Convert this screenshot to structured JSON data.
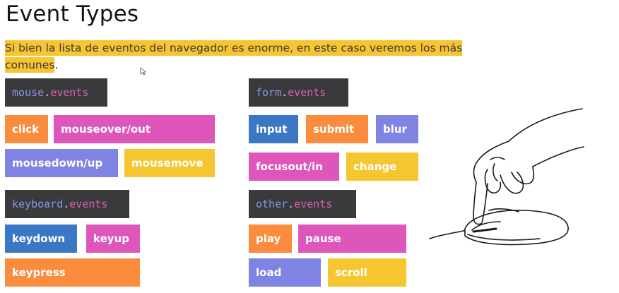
{
  "title": "Event Types",
  "subtitle": {
    "highlighted": "Si bien la lista de eventos del navegador es enorme, en este caso veremos los más comunes",
    "tail": "."
  },
  "colors": {
    "orange": "#fb8b3d",
    "magenta": "#de56ba",
    "periwinkle": "#7f83e2",
    "yellow": "#f6c630",
    "blue": "#3a78c6",
    "code_bg": "#3a3a3c",
    "highlight": "#f7c531"
  },
  "groups": {
    "mouse": {
      "object": "mouse",
      "dot": ".",
      "prop": "events",
      "chips": [
        {
          "label": "click",
          "color": "#fb8b3d"
        },
        {
          "label": "mouseover/out",
          "color": "#de56ba"
        },
        {
          "label": "mousedown/up",
          "color": "#7f83e2"
        },
        {
          "label": "mousemove",
          "color": "#f6c630"
        }
      ]
    },
    "keyboard": {
      "object": "keyboard",
      "dot": ".",
      "prop": "events",
      "chips": [
        {
          "label": "keydown",
          "color": "#3a78c6"
        },
        {
          "label": "keyup",
          "color": "#de56ba"
        },
        {
          "label": "keypress",
          "color": "#fb8b3d"
        }
      ]
    },
    "form": {
      "object": "form",
      "dot": ".",
      "prop": "events",
      "chips": [
        {
          "label": "input",
          "color": "#3a78c6"
        },
        {
          "label": "submit",
          "color": "#fb8b3d"
        },
        {
          "label": "blur",
          "color": "#7f83e2"
        },
        {
          "label": "focusout/in",
          "color": "#de56ba"
        },
        {
          "label": "change",
          "color": "#f6c630"
        }
      ]
    },
    "other": {
      "object": "other",
      "dot": ".",
      "prop": "events",
      "chips": [
        {
          "label": "play",
          "color": "#fb8b3d"
        },
        {
          "label": "pause",
          "color": "#de56ba"
        },
        {
          "label": "load",
          "color": "#7f83e2"
        },
        {
          "label": "scroll",
          "color": "#f6c630"
        }
      ]
    }
  },
  "icons": {
    "cursor": "mouse-pointer-icon",
    "illustration": "hand-on-mouse-icon"
  }
}
